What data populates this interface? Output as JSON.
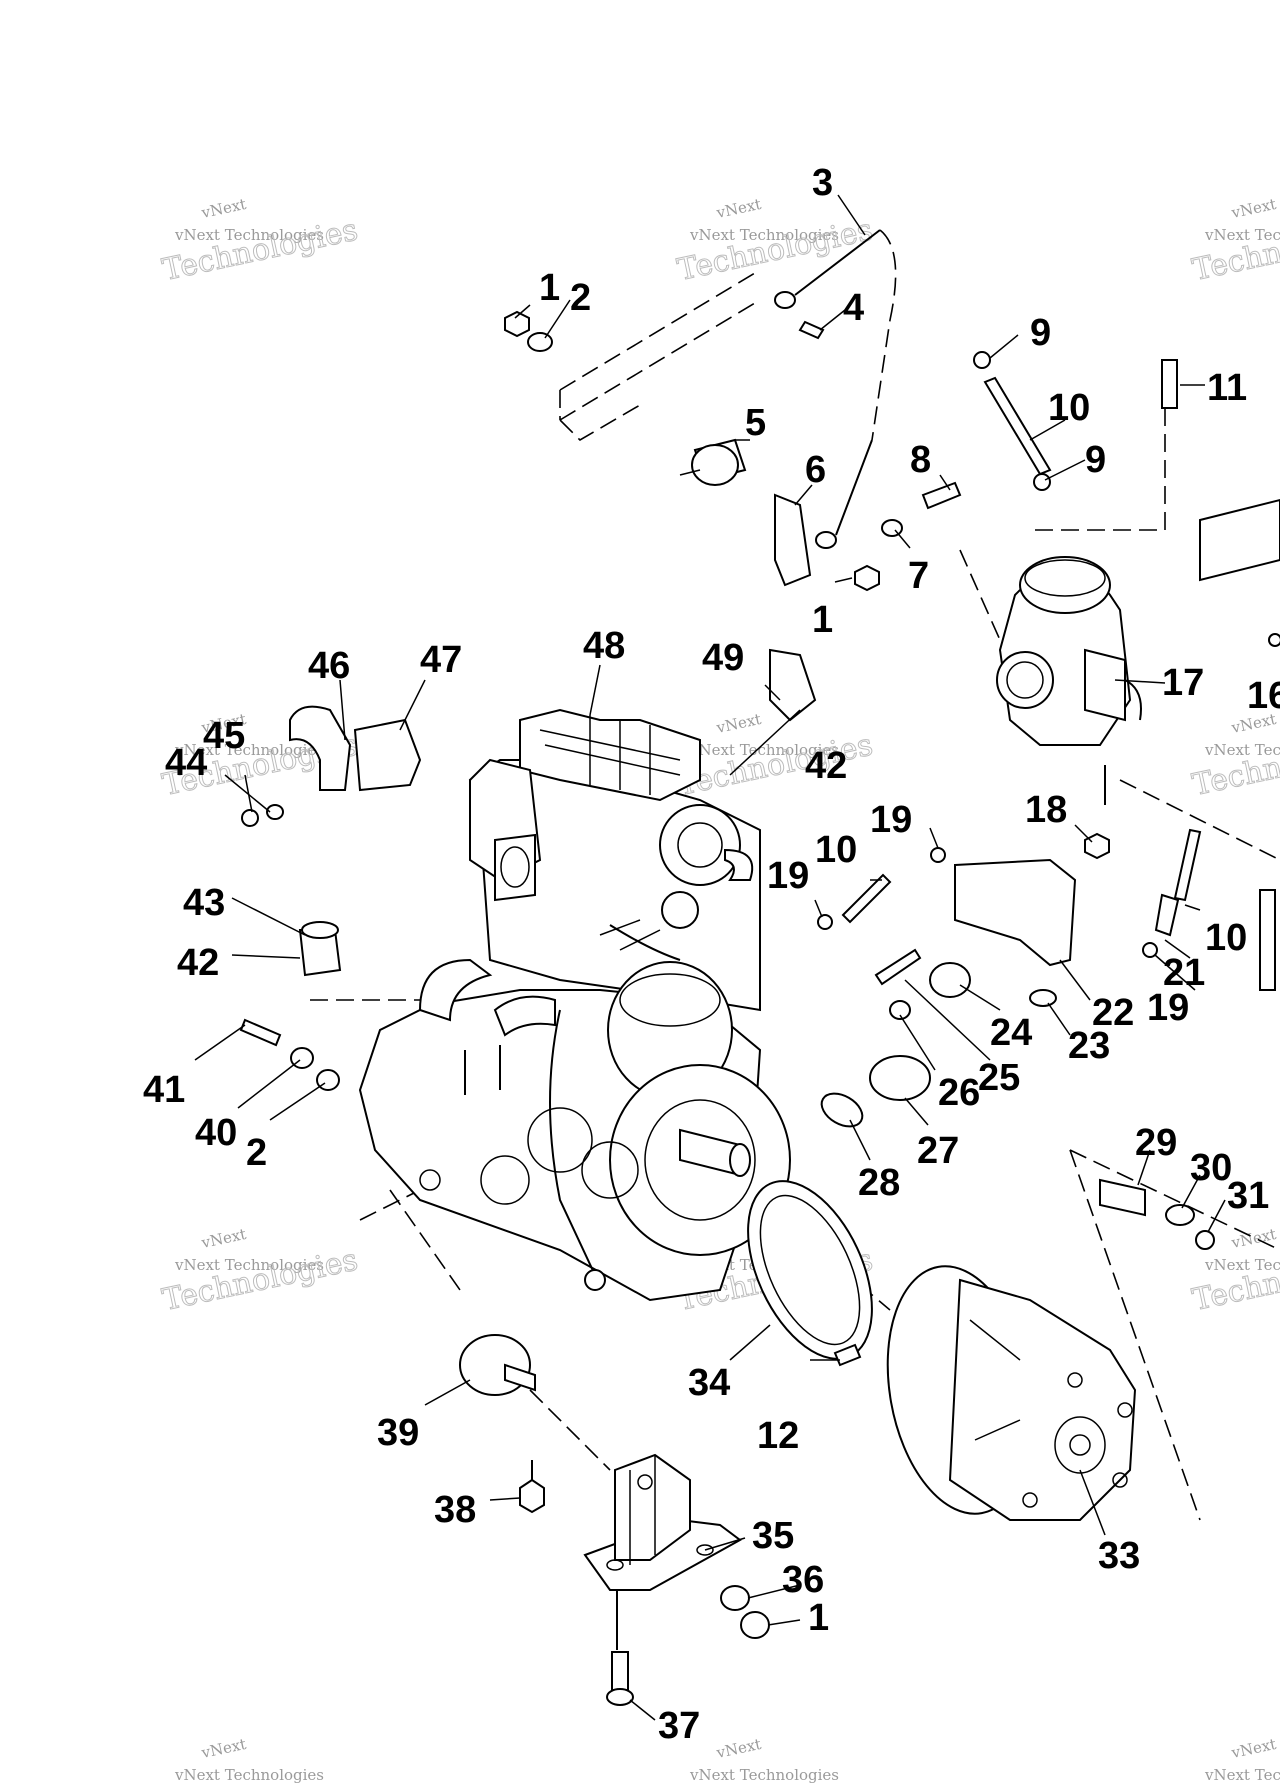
{
  "watermark": {
    "line1": "vNext",
    "line2": "vNext Technologies",
    "line3": "Technologies"
  },
  "callouts": [
    "1",
    "2",
    "3",
    "4",
    "5",
    "6",
    "7",
    "8",
    "9",
    "10",
    "11",
    "9",
    "1",
    "17",
    "16",
    "46",
    "47",
    "48",
    "49",
    "45",
    "44",
    "42",
    "18",
    "19",
    "10",
    "19",
    "43",
    "42",
    "10",
    "21",
    "19",
    "22",
    "23",
    "24",
    "25",
    "26",
    "41",
    "40",
    "2",
    "27",
    "28",
    "29",
    "30",
    "31",
    "34",
    "12",
    "39",
    "38",
    "35",
    "36",
    "1",
    "33",
    "37"
  ],
  "icons": [
    "engine-block",
    "carburetor",
    "recoil-starter-housing",
    "engine-mount-bracket",
    "rubber-mount",
    "hose-clamp"
  ]
}
